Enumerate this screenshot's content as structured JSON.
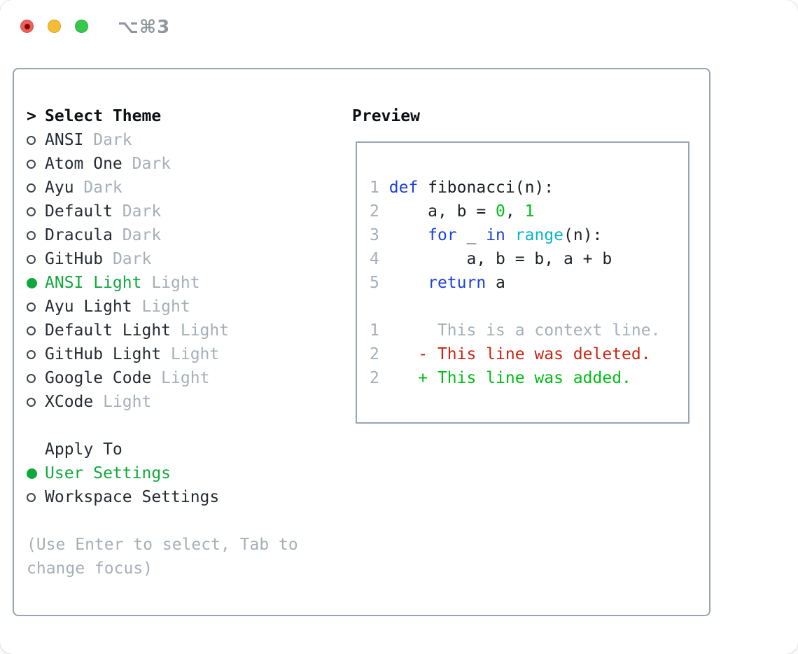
{
  "window": {
    "title": "⌥⌘3",
    "traffic_lights": [
      "close",
      "minimize",
      "zoom"
    ]
  },
  "colors": {
    "selection_green": "#10a83c",
    "diff_added_green": "#00bd16",
    "diff_deleted_red": "#ca2411",
    "keyword_blue": "#1c43d8",
    "builtin_cyan": "#0ab6c6",
    "number_green": "#00bd16",
    "muted_gray": "#a6aeb8",
    "text_dark": "#262b33",
    "panel_border": "#9aa5b2",
    "traffic_red": "#f05f57",
    "traffic_yellow": "#f6bc34",
    "traffic_green": "#36c84b"
  },
  "theme_panel": {
    "header": {
      "prefix": ">",
      "label": "Select Theme"
    },
    "themes": [
      {
        "name": "ANSI",
        "variant": "Dark",
        "selected": false
      },
      {
        "name": "Atom One",
        "variant": "Dark",
        "selected": false
      },
      {
        "name": "Ayu",
        "variant": "Dark",
        "selected": false
      },
      {
        "name": "Default",
        "variant": "Dark",
        "selected": false
      },
      {
        "name": "Dracula",
        "variant": "Dark",
        "selected": false
      },
      {
        "name": "GitHub",
        "variant": "Dark",
        "selected": false
      },
      {
        "name": "ANSI Light",
        "variant": "Light",
        "selected": true
      },
      {
        "name": "Ayu Light",
        "variant": "Light",
        "selected": false
      },
      {
        "name": "Default Light",
        "variant": "Light",
        "selected": false
      },
      {
        "name": "GitHub Light",
        "variant": "Light",
        "selected": false
      },
      {
        "name": "Google Code",
        "variant": "Light",
        "selected": false
      },
      {
        "name": "XCode",
        "variant": "Light",
        "selected": false
      }
    ],
    "apply_to": {
      "label": "Apply To",
      "options": [
        {
          "label": "User Settings",
          "selected": true
        },
        {
          "label": "Workspace Settings",
          "selected": false
        }
      ]
    },
    "help": [
      "(Use Enter to select, Tab to",
      "change focus)"
    ]
  },
  "preview": {
    "label": "Preview",
    "lines": [
      {
        "num": "1",
        "tokens": [
          {
            "t": " ",
            "c": "dark"
          },
          {
            "t": "def",
            "c": "blue"
          },
          {
            "t": " fibonacci(n):",
            "c": "dark"
          }
        ]
      },
      {
        "num": "2",
        "tokens": [
          {
            "t": "     a, b = ",
            "c": "dark"
          },
          {
            "t": "0",
            "c": "bgreen"
          },
          {
            "t": ", ",
            "c": "dark"
          },
          {
            "t": "1",
            "c": "bgreen"
          }
        ]
      },
      {
        "num": "3",
        "tokens": [
          {
            "t": "     ",
            "c": "dark"
          },
          {
            "t": "for",
            "c": "blue"
          },
          {
            "t": " _ ",
            "c": "dark"
          },
          {
            "t": "in",
            "c": "blue"
          },
          {
            "t": " ",
            "c": "dark"
          },
          {
            "t": "range",
            "c": "cyan"
          },
          {
            "t": "(n):",
            "c": "dark"
          }
        ]
      },
      {
        "num": "4",
        "tokens": [
          {
            "t": "         a, b = b, a + b",
            "c": "dark"
          }
        ]
      },
      {
        "num": "5",
        "tokens": [
          {
            "t": "     ",
            "c": "dark"
          },
          {
            "t": "return",
            "c": "blue"
          },
          {
            "t": " a",
            "c": "dark"
          }
        ]
      },
      {
        "num": "",
        "tokens": []
      },
      {
        "num": "1",
        "tokens": [
          {
            "t": "      This is a context line.",
            "c": "muted"
          }
        ]
      },
      {
        "num": "2",
        "tokens": [
          {
            "t": "    - This line was deleted.",
            "c": "red"
          }
        ]
      },
      {
        "num": "2",
        "tokens": [
          {
            "t": "    + This line was added.",
            "c": "bgreen"
          }
        ]
      }
    ]
  }
}
